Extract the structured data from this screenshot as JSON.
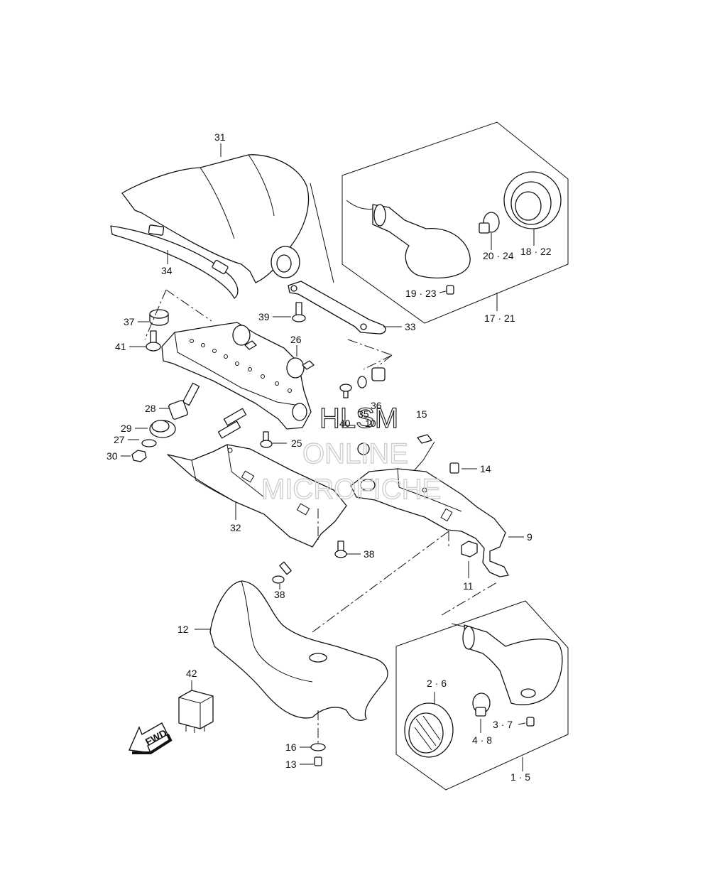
{
  "watermark": {
    "line1": "HLSM",
    "line2": "ONLINE",
    "line3": "MICROFICHE"
  },
  "fwd_arrow_label": "FWD",
  "callouts": [
    {
      "id": "31",
      "label": "31"
    },
    {
      "id": "34",
      "label": "34"
    },
    {
      "id": "37",
      "label": "37"
    },
    {
      "id": "41",
      "label": "41"
    },
    {
      "id": "39",
      "label": "39"
    },
    {
      "id": "26",
      "label": "26"
    },
    {
      "id": "33",
      "label": "33"
    },
    {
      "id": "28",
      "label": "28"
    },
    {
      "id": "29",
      "label": "29"
    },
    {
      "id": "27",
      "label": "27"
    },
    {
      "id": "30",
      "label": "30"
    },
    {
      "id": "25",
      "label": "25"
    },
    {
      "id": "35",
      "label": "35"
    },
    {
      "id": "36",
      "label": "36"
    },
    {
      "id": "40",
      "label": "40"
    },
    {
      "id": "10",
      "label": "10"
    },
    {
      "id": "15",
      "label": "15"
    },
    {
      "id": "14",
      "label": "14"
    },
    {
      "id": "9",
      "label": "9"
    },
    {
      "id": "11",
      "label": "11"
    },
    {
      "id": "32",
      "label": "32"
    },
    {
      "id": "38a",
      "label": "38"
    },
    {
      "id": "38b",
      "label": "38"
    },
    {
      "id": "12",
      "label": "12"
    },
    {
      "id": "42",
      "label": "42"
    },
    {
      "id": "16",
      "label": "16"
    },
    {
      "id": "13",
      "label": "13"
    },
    {
      "id": "20_24",
      "label": "20 · 24"
    },
    {
      "id": "18_22",
      "label": "18 · 22"
    },
    {
      "id": "19_23",
      "label": "19 · 23"
    },
    {
      "id": "17_21",
      "label": "17 · 21"
    },
    {
      "id": "2_6",
      "label": "2 · 6"
    },
    {
      "id": "3_7",
      "label": "3 · 7"
    },
    {
      "id": "4_8",
      "label": "4 · 8"
    },
    {
      "id": "1_5",
      "label": "1 · 5"
    }
  ]
}
